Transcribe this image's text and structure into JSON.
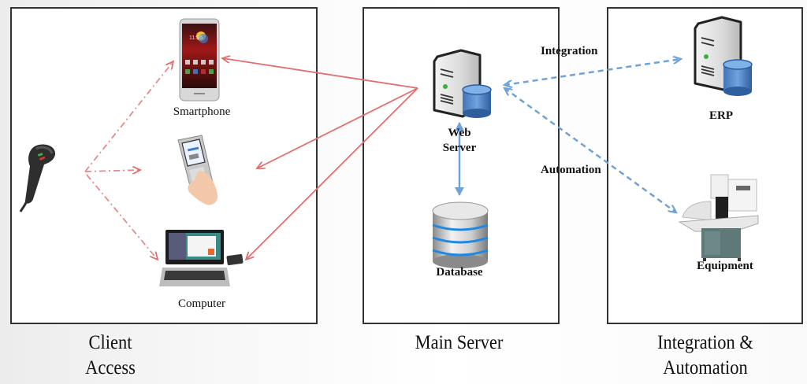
{
  "diagram": {
    "title": "Client / Main Server / Integration architecture",
    "colors": {
      "client_link": "#e07070",
      "integration_link": "#6fa3d8",
      "db_link": "#6fa3d8",
      "panel_border": "#333333"
    },
    "panels": [
      {
        "id": "client",
        "caption_line1": "Client",
        "caption_line2": "Access"
      },
      {
        "id": "server",
        "caption_line1": "Main Server"
      },
      {
        "id": "integration",
        "caption_line1": "Integration &",
        "caption_line2": "Automation"
      }
    ],
    "nodes": {
      "scanner": {
        "label": "",
        "icon": "barcode-scanner-icon"
      },
      "smartphone": {
        "label": "Smartphone",
        "icon": "smartphone-icon"
      },
      "handheld": {
        "label": "",
        "icon": "handheld-terminal-icon"
      },
      "computer": {
        "label": "Computer",
        "icon": "laptop-icon"
      },
      "web_server": {
        "label_line1": "Web",
        "label_line2": "Server",
        "icon": "server-icon"
      },
      "database": {
        "label": "Database",
        "icon": "database-icon"
      },
      "erp": {
        "label": "ERP",
        "icon": "server-icon"
      },
      "equipment": {
        "label": "Equipment",
        "icon": "machine-icon"
      }
    },
    "edge_labels": {
      "integration": "Integration",
      "automation": "Automation"
    },
    "edges": [
      {
        "from": "scanner",
        "to": "smartphone",
        "style": "dash-dot red"
      },
      {
        "from": "scanner",
        "to": "handheld",
        "style": "dash-dot red"
      },
      {
        "from": "scanner",
        "to": "computer",
        "style": "dash-dot red"
      },
      {
        "from": "web_server",
        "to": "smartphone",
        "style": "solid red"
      },
      {
        "from": "web_server",
        "to": "handheld",
        "style": "solid red"
      },
      {
        "from": "web_server",
        "to": "computer",
        "style": "solid red"
      },
      {
        "from": "web_server",
        "to": "database",
        "style": "solid blue bidirectional"
      },
      {
        "from": "web_server",
        "to": "erp",
        "style": "dashed blue bidirectional",
        "label": "Integration"
      },
      {
        "from": "web_server",
        "to": "equipment",
        "style": "dashed blue bidirectional",
        "label": "Automation"
      }
    ]
  }
}
